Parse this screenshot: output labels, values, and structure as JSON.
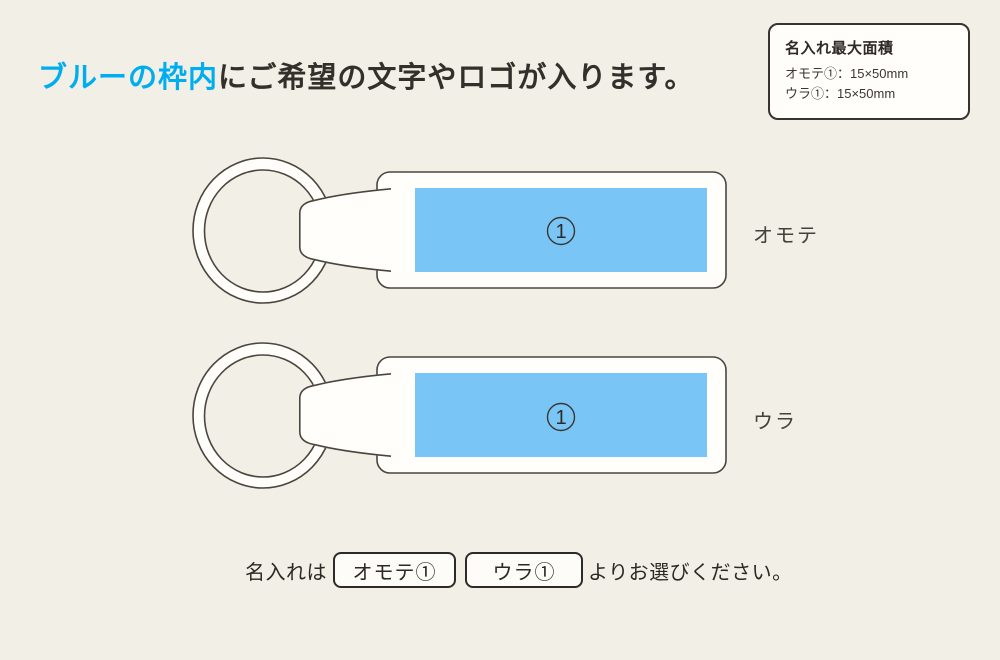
{
  "colors": {
    "page_bg": "#f2efe6",
    "accent_cyan": "#00aeef",
    "print_area_blue": "#79c6f6",
    "outline": "#4b453e",
    "ink": "#332f2a"
  },
  "heading": {
    "highlight": "ブルーの枠内",
    "rest": "にご希望の文字やロゴが入ります。"
  },
  "info_box": {
    "title": "名入れ最大面積",
    "lines": [
      "オモテ①：15×50mm",
      "ウラ①：15×50mm"
    ]
  },
  "keychains": [
    {
      "label": "オモテ",
      "area_number": "1"
    },
    {
      "label": "ウラ",
      "area_number": "1"
    }
  ],
  "footer": {
    "prefix": "名入れは",
    "options": [
      "オモテ①",
      "ウラ①"
    ],
    "suffix": "よりお選びください。"
  }
}
